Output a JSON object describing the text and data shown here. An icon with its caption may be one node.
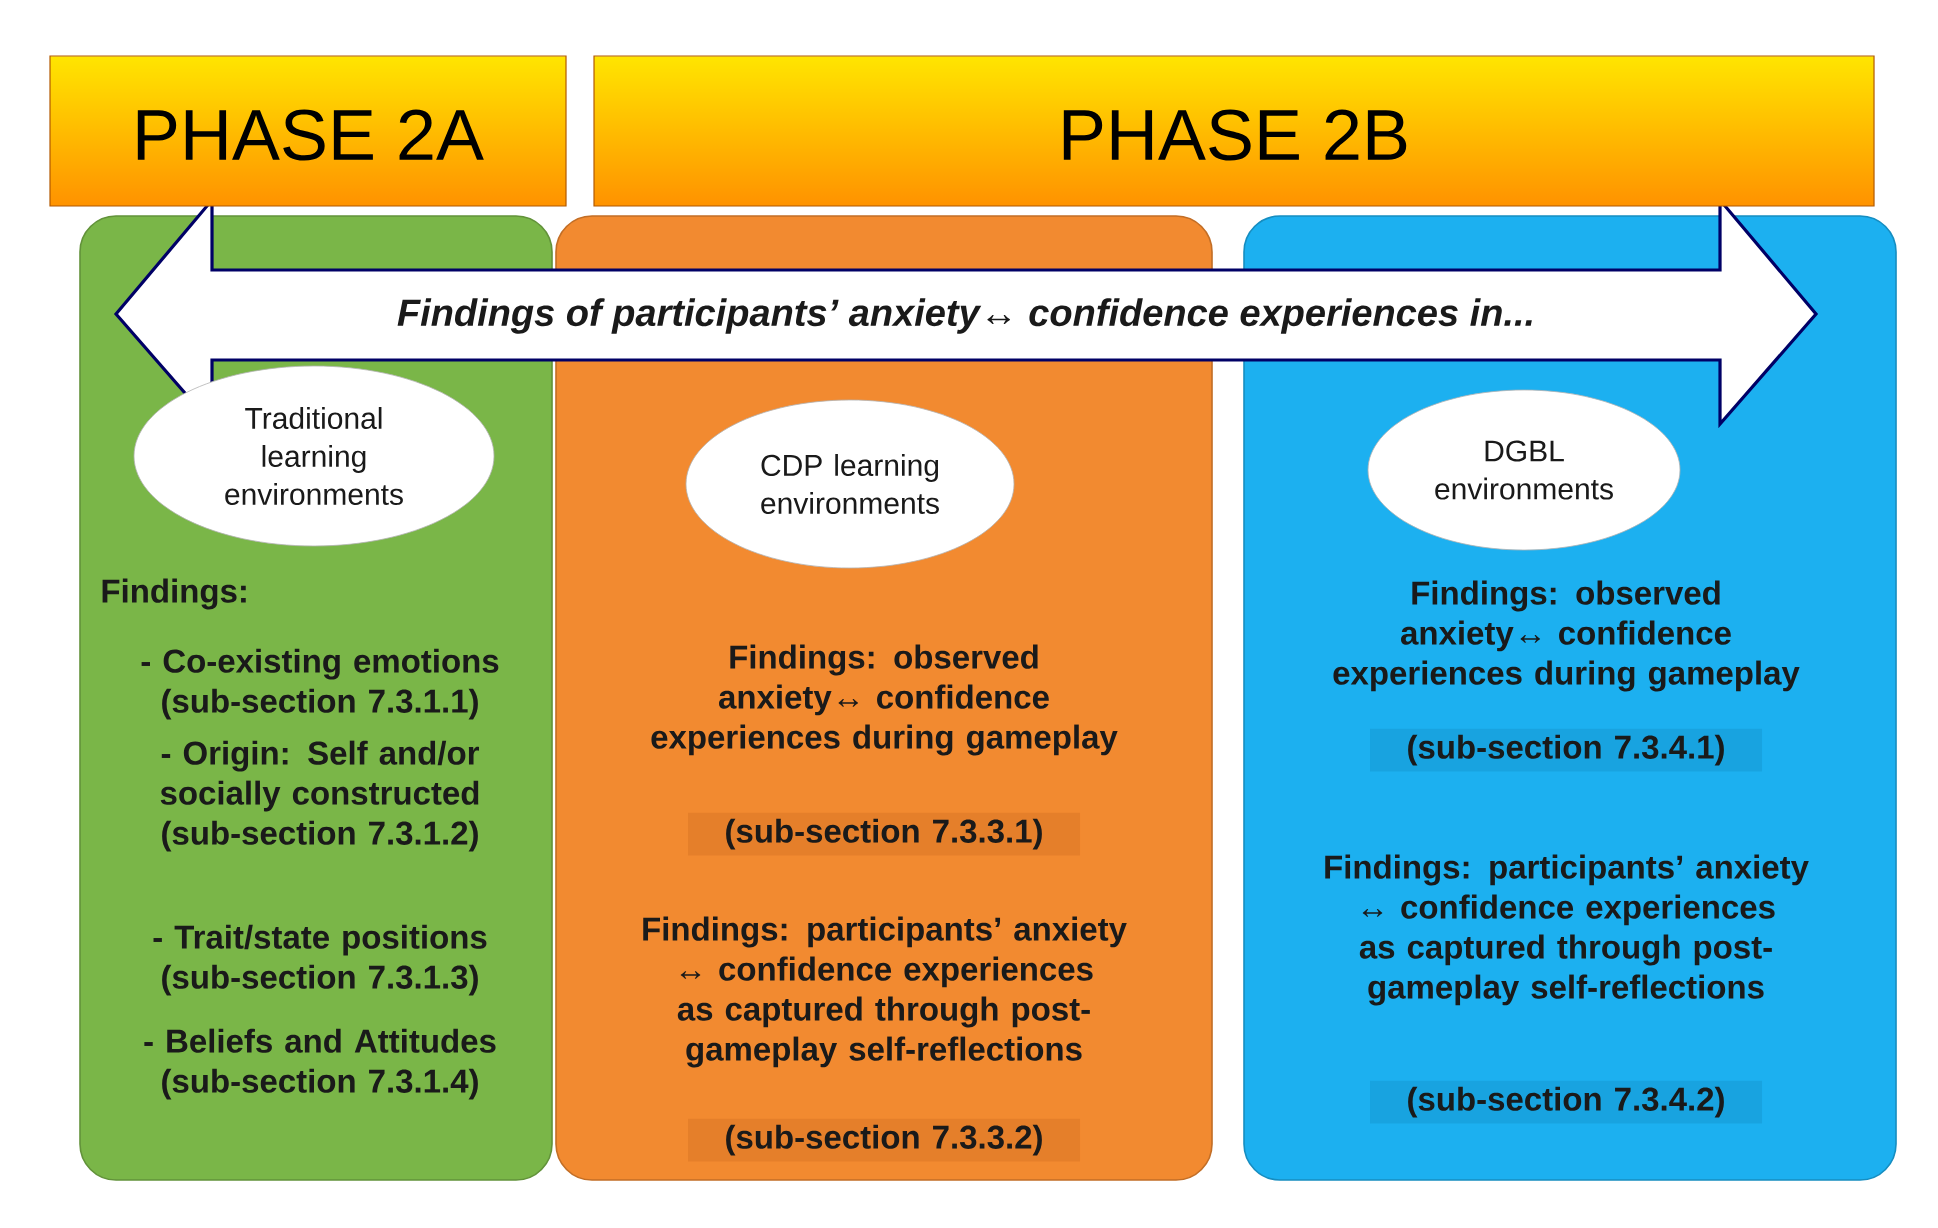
{
  "diagram": {
    "nodes": [
      {
        "text": [
          "PHASE 2A"
        ]
      },
      {
        "text": [
          "PHASE 2B"
        ]
      },
      {
        "text": [
          "Findings:",
          "- Co-existing emotions (sub-section 7.3.1.1)",
          "- Origin: Self and/or socially constructed (sub-section 7.3.1.2)",
          "- Trait/state positions (sub-section 7.3.1.3)",
          "- Beliefs and Attitudes (sub-section 7.3.1.4)"
        ]
      },
      {
        "text": [
          "Traditional learning environments"
        ],
        "in": 2
      },
      {
        "text": [
          "Findings:  observed anxiety↔ confidence experiences during gameplay",
          "(sub-section  7.3.3.1)",
          "Findings:  participants’ anxiety ↔ confidence experiences as captured through post-gameplay self-reflections",
          "(sub-section  7.3.3.2)"
        ]
      },
      {
        "text": [
          "CDP learning environments"
        ],
        "in": 4
      },
      {
        "text": [
          "Findings:  observed anxiety↔ confidence experiences during gameplay",
          "(sub-section  7.3.4.1)",
          "Findings:  participants’ anxiety ↔ confidence experiences as captured through post-gameplay self-reflections",
          "(sub-section  7.3.4.2)"
        ]
      },
      {
        "text": [
          "DGBL environments"
        ],
        "in": 6
      },
      {
        "text": [
          "Findings of participants’ anxiety↔ confidence experiences in..."
        ]
      }
    ]
  }
}
